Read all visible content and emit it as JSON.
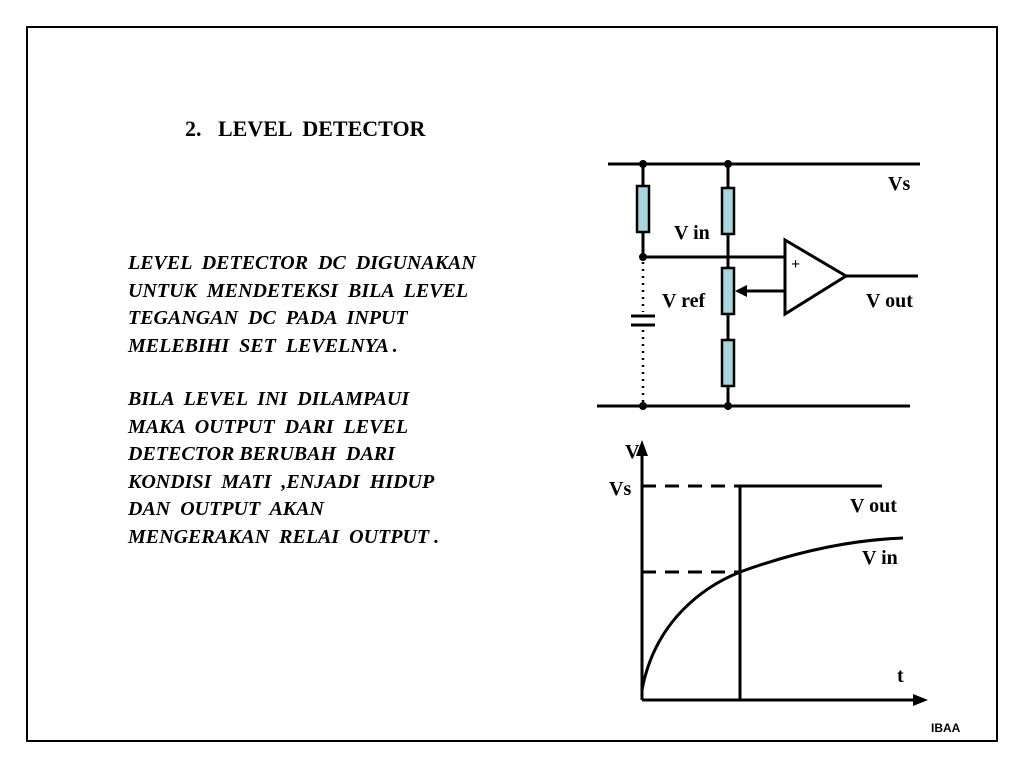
{
  "slide": {
    "title": "2.   LEVEL  DETECTOR",
    "paragraph1": [
      "LEVEL  DETECTOR  DC  DIGUNAKAN",
      "UNTUK  MENDETEKSI  BILA  LEVEL",
      "TEGANGAN  DC  PADA  INPUT",
      "MELEBIHI  SET  LEVELNYA ."
    ],
    "paragraph2": [
      "BILA  LEVEL  INI  DILAMPAUI",
      "MAKA  OUTPUT  DARI  LEVEL",
      "DETECTOR BERUBAH  DARI",
      "KONDISI  MATI  ,ENJADI  HIDUP",
      "DAN  OUTPUT  AKAN",
      "MENGERAKAN  RELAI  OUTPUT ."
    ],
    "footer": "IBAA"
  },
  "circuit": {
    "label_vs": "Vs",
    "label_vin": "V in",
    "label_vref": "V ref",
    "label_vout": "V out",
    "plus_sign": "+",
    "colors": {
      "resistor_fill": "#a9d4dc",
      "line": "#000000"
    }
  },
  "graph": {
    "label_v": "V",
    "label_vs": "Vs",
    "label_vout": "V out",
    "label_vin": "V in",
    "label_t": "t"
  }
}
